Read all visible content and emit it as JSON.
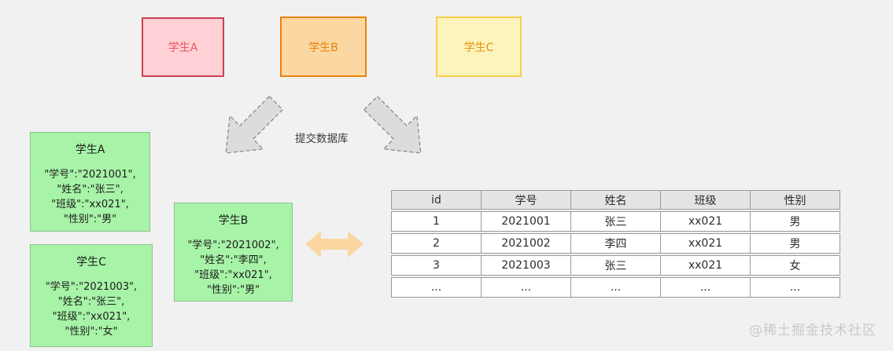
{
  "background": "#f1f1f1",
  "top_nodes": [
    {
      "label": "学生A",
      "fill": "#ffd0d6",
      "border": "#cb4152",
      "text": "#e85661"
    },
    {
      "label": "学生B",
      "fill": "#fbd7a2",
      "border": "#e8820c",
      "text": "#e8820c"
    },
    {
      "label": "学生C",
      "fill": "#fdf3bc",
      "border": "#f7ce4b",
      "text": "#e8900c"
    }
  ],
  "flow": {
    "label": "提交数据库"
  },
  "json_cards": [
    {
      "title": "学生A",
      "lines": [
        "\"学号\":\"2021001\",",
        "\"姓名\":\"张三\",",
        "\"班级\":\"xx021\",",
        "\"性别\":\"男\""
      ]
    },
    {
      "title": "学生B",
      "lines": [
        "\"学号\":\"2021002\",",
        "\"姓名\":\"李四\",",
        "\"班级\":\"xx021\",",
        "\"性别\":\"男\""
      ]
    },
    {
      "title": "学生C",
      "lines": [
        "\"学号\":\"2021003\",",
        "\"姓名\":\"张三\",",
        "\"班级\":\"xx021\",",
        "\"性别\":\"女\""
      ]
    }
  ],
  "table": {
    "headers": [
      "id",
      "学号",
      "姓名",
      "班级",
      "性别"
    ],
    "rows": [
      [
        "1",
        "2021001",
        "张三",
        "xx021",
        "男"
      ],
      [
        "2",
        "2021002",
        "李四",
        "xx021",
        "男"
      ],
      [
        "3",
        "2021003",
        "张三",
        "xx021",
        "女"
      ],
      [
        "...",
        "...",
        "...",
        "...",
        "..."
      ]
    ]
  },
  "watermark": "@稀土掘金技术社区",
  "colors": {
    "green_card_fill": "#a7f3a7",
    "green_card_border": "#8fbf8f",
    "dashed_arrow_fill": "#dcdcdc",
    "double_arrow_fill": "#fad7a1",
    "table_header_bg": "#e4e4e4",
    "table_border": "#9a9a9a"
  }
}
